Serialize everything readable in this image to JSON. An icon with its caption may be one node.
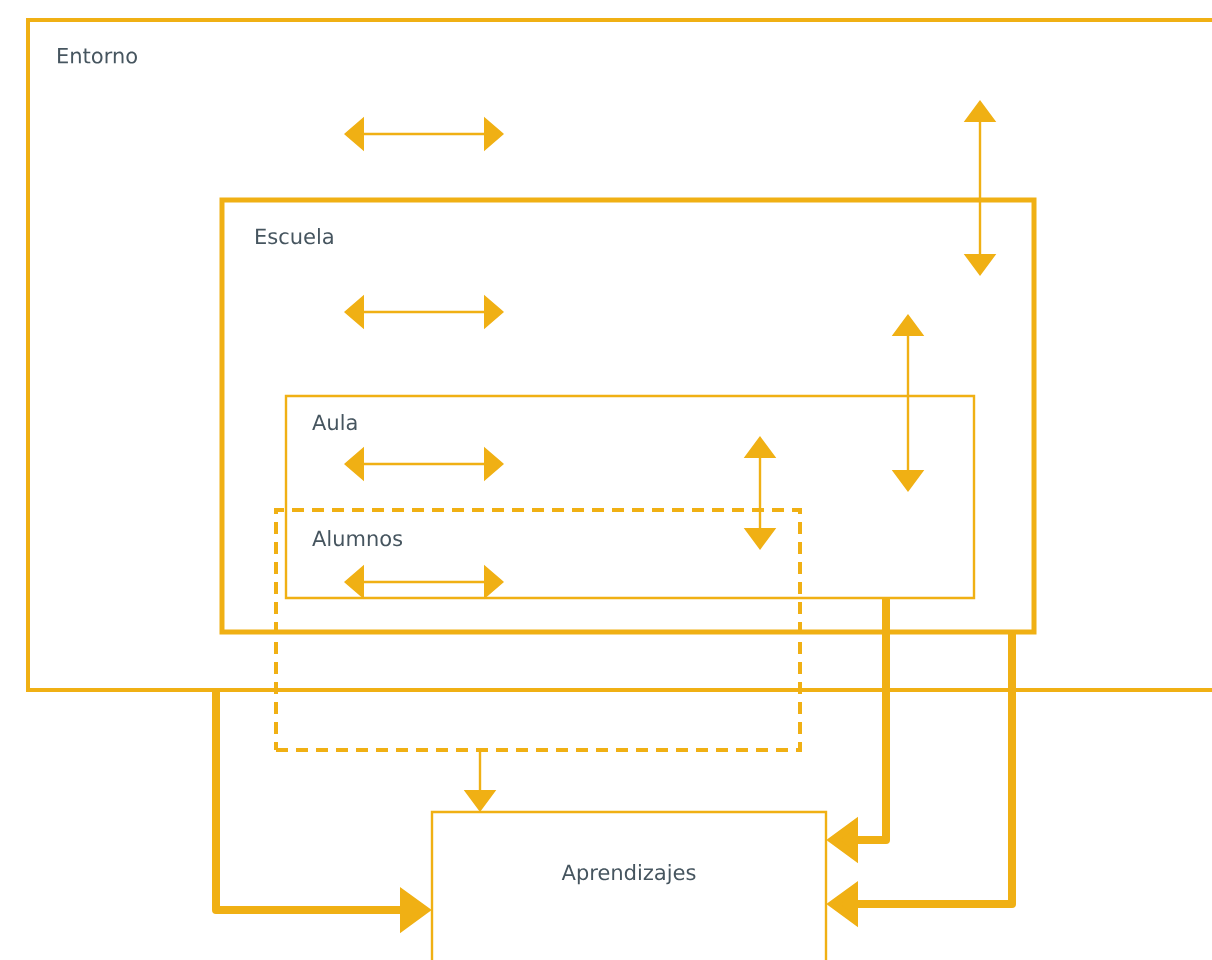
{
  "diagram": {
    "nodes": [
      {
        "text": [
          "Entorno"
        ]
      },
      {
        "text": [
          "Escuela"
        ],
        "in": 0
      },
      {
        "text": [
          "Aula"
        ],
        "in": 1
      },
      {
        "text": [
          "Alumnos"
        ]
      },
      {
        "text": [
          "Aprendizajes"
        ]
      }
    ],
    "edges": [
      {
        "from": 0,
        "to": 4,
        "arrow": "to",
        "style": "thick"
      },
      {
        "from": 1,
        "to": 4,
        "arrow": "to",
        "style": "thick"
      },
      {
        "from": 2,
        "to": 4,
        "arrow": "to",
        "style": "thick"
      },
      {
        "from": 3,
        "to": 4,
        "arrow": "to"
      },
      {
        "from": 0,
        "to": 1,
        "arrow": "both"
      },
      {
        "from": null,
        "to": 2,
        "arrow": "both"
      },
      {
        "from": 2,
        "to": 3,
        "arrow": "both"
      }
    ]
  }
}
